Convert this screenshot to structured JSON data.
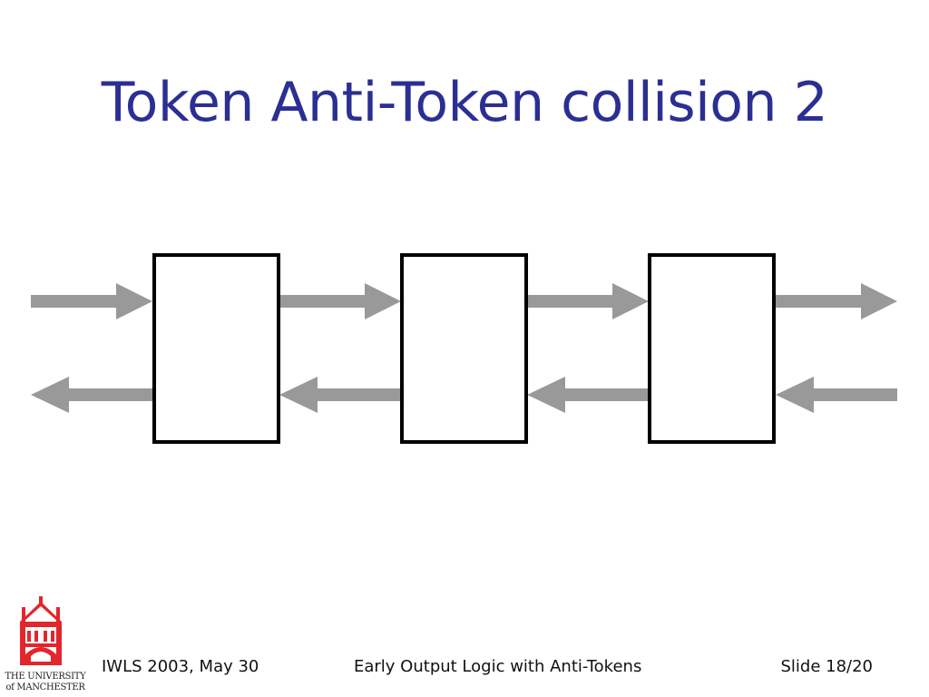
{
  "slide": {
    "title": "Token Anti-Token collision 2"
  },
  "footer": {
    "left": "IWLS 2003, May 30",
    "center": "Early Output Logic with Anti-Tokens",
    "right": "Slide 18/20"
  },
  "logo": {
    "line1": "THE UNIVERSITY",
    "line2": "of MANCHESTER",
    "color": "#e2262c"
  },
  "diagram": {
    "stage_count": 3,
    "forward_arrow_count": 4,
    "backward_arrow_count": 4,
    "arrow_color": "#999999",
    "box_stroke_color": "#000000"
  }
}
